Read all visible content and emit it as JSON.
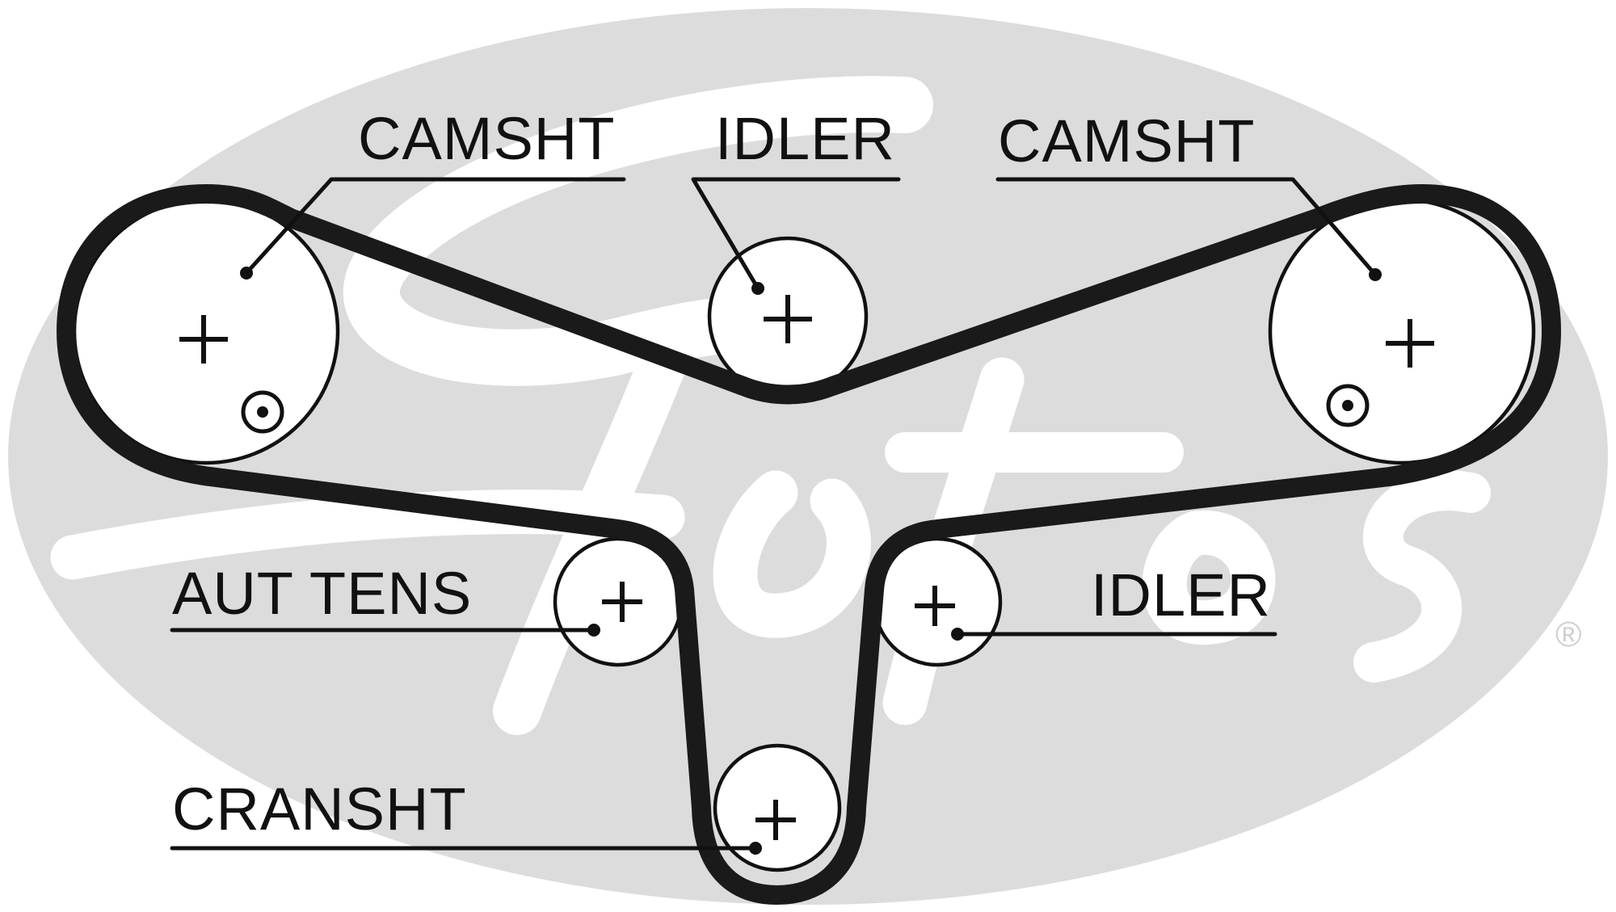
{
  "watermark": {
    "brand": "Gates",
    "registered_mark": "®",
    "color": "#dcdcdc"
  },
  "labels": {
    "camshaft_left": "CAMSHT",
    "idler_top": "IDLER",
    "camshaft_right": "CAMSHT",
    "auto_tensioner": "AUT TENS",
    "idler_bottom": "IDLER",
    "crankshaft": "CRANSHT"
  },
  "pulleys": [
    {
      "id": "camshaft_left",
      "type": "camshaft"
    },
    {
      "id": "idler_top",
      "type": "idler"
    },
    {
      "id": "camshaft_right",
      "type": "camshaft"
    },
    {
      "id": "auto_tensioner",
      "type": "tensioner"
    },
    {
      "id": "idler_bottom",
      "type": "idler"
    },
    {
      "id": "crankshaft",
      "type": "crankshaft"
    }
  ],
  "colors": {
    "belt": "#1a1a1a",
    "line": "#111111",
    "background": "#ffffff"
  }
}
